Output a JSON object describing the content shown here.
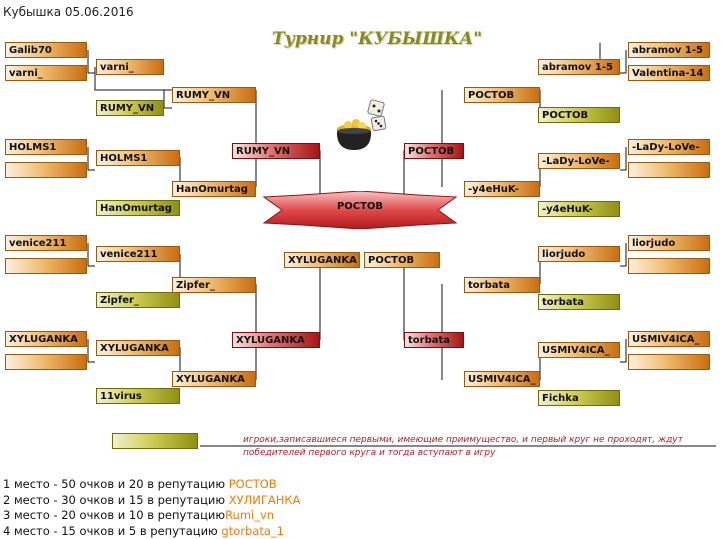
{
  "header": "Кубышка 05.06.2016",
  "title": "Турнир \"КУБЫШКА\"",
  "left_bracket": {
    "round1": [
      "Galib70",
      "varni_",
      "HOLMS1",
      "",
      "venice211",
      "",
      "XYLUGANKA",
      ""
    ],
    "round2": [
      "varni_",
      "RUMY_VN",
      "HOLMS1",
      "HanOmurtag",
      "venice211",
      "Zipfer_",
      "XYLUGANKA",
      "11virus"
    ],
    "quarter": [
      "RUMY_VN",
      "HanOmurtag",
      "Zipfer_",
      "XYLUGANKA"
    ],
    "semi": [
      "RUMY_VN",
      "XYLUGANKA"
    ],
    "final": "XYLUGANKA"
  },
  "right_bracket": {
    "round1": [
      "abramov 1-5",
      "Valentina-14",
      "-LaDy-LoVe-",
      "",
      "liorjudo",
      "",
      "USMIV4ICA_",
      ""
    ],
    "round2": [
      "abramov 1-5",
      "РОСТОВ",
      "-LaDy-LoVe-",
      "-y4eHuK-",
      "liorjudo",
      "torbata",
      "USMIV4ICA_",
      "Fichka"
    ],
    "quarter": [
      "РОСТОВ",
      "-y4eHuK-",
      "torbata",
      "USMIV4ICA_"
    ],
    "semi": [
      "РОСТОВ",
      "torbata"
    ],
    "final": "РОСТОВ"
  },
  "champion": "РОСТОВ",
  "legend_note": "игроки,записавшиеся первыми, имеющие приимущество, и первый круг не проходят, ждут победителей первого круга и тогда вступают в игру",
  "prizes": [
    {
      "text": "1 место - 50 очков и 20 в репутацию ",
      "winner": "РОСТОВ"
    },
    {
      "text": "2 место - 30 очков и 15 в репутацию ",
      "winner": "ХУЛИГАНКА"
    },
    {
      "text": "3 место - 20 очков и 10 в репутацию",
      "winner": "Rumi_vn"
    },
    {
      "text": "4 место - 15 очков и 5 в репутацию ",
      "winner": "gtorbata_1"
    }
  ],
  "colors": {
    "orange": "#f07b0a",
    "olive": "#a8a822",
    "red": "#b31b1b",
    "note": "#b4232a",
    "title": "#8a8a22"
  }
}
